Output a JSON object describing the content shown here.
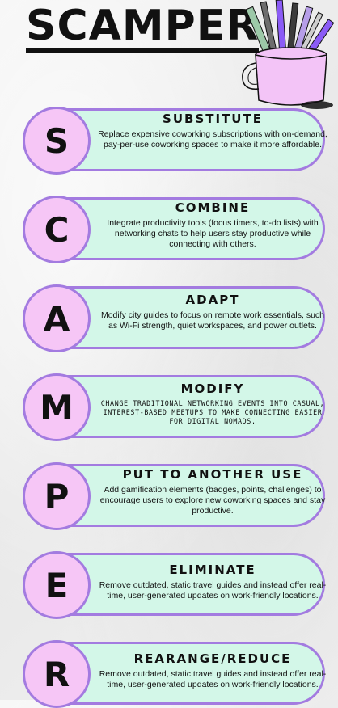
{
  "title": "SCAMPER",
  "items": [
    {
      "letter": "S",
      "heading": "SUBSTITUTE",
      "text": "Replace expensive coworking subscriptions with on-demand, pay-per-use coworking spaces to make it more affordable."
    },
    {
      "letter": "C",
      "heading": "COMBINE",
      "text": "Integrate productivity tools (focus timers, to-do lists) with networking chats to help users stay productive while connecting with others."
    },
    {
      "letter": "A",
      "heading": "ADAPT",
      "text": "Modify city guides to focus on remote work essentials, such as Wi-Fi strength, quiet workspaces, and power outlets."
    },
    {
      "letter": "M",
      "heading": "MODIFY",
      "text": "CHANGE TRADITIONAL NETWORKING EVENTS INTO CASUAL, INTEREST-BASED MEETUPS TO MAKE CONNECTING EASIER FOR DIGITAL NOMADS."
    },
    {
      "letter": "P",
      "heading": "PUT TO ANOTHER USE",
      "text": "Add gamification elements (badges, points, challenges) to encourage users to explore new coworking spaces and stay productive."
    },
    {
      "letter": "E",
      "heading": "ELIMINATE",
      "text": "Remove outdated, static travel guides and instead offer real-time, user-generated updates on work-friendly locations."
    },
    {
      "letter": "R",
      "heading": "REARANGE/REDUCE",
      "text": "Remove outdated, static travel guides and instead offer real-time, user-generated updates on work-friendly locations."
    }
  ],
  "colors": {
    "pill_fill": "#d3f7e8",
    "circle_fill": "#f6c6f6",
    "border": "#a37be0",
    "mug": "#f3c4f7"
  },
  "illustration": "pencil-cup-icon"
}
